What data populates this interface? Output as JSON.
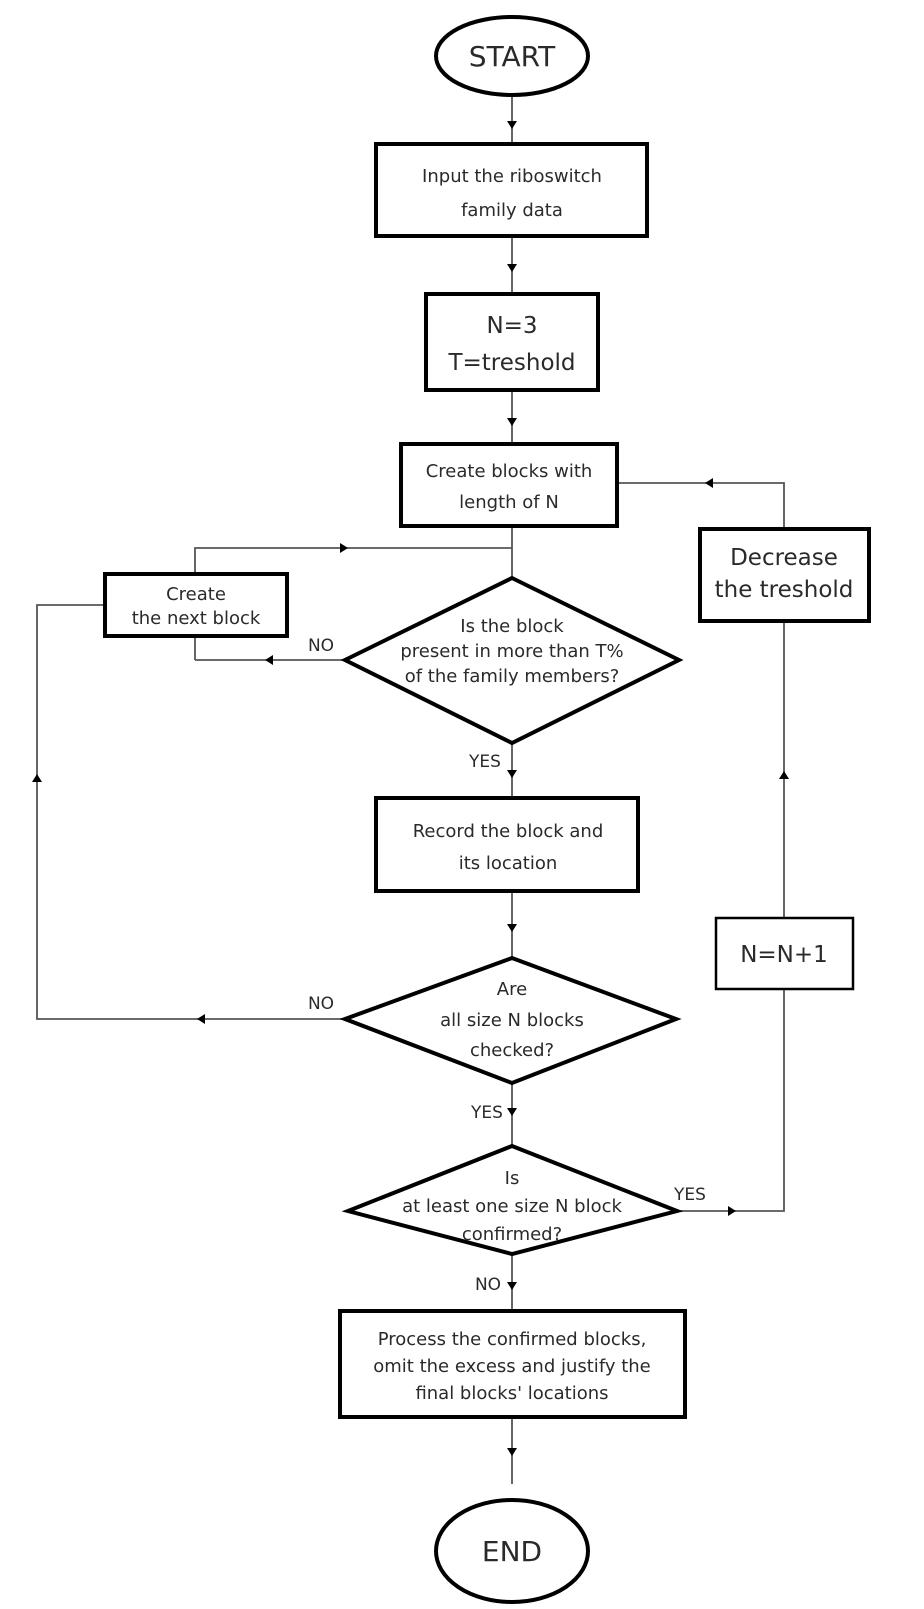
{
  "nodes": {
    "start": "START",
    "input": [
      "Input the riboswitch",
      "family data"
    ],
    "init": [
      "N=3",
      "T=treshold"
    ],
    "create_blocks": [
      "Create blocks with",
      "length of N"
    ],
    "decrease": [
      "Decrease",
      "the treshold"
    ],
    "create_next": [
      "Create",
      "the next block"
    ],
    "decision_present": [
      "Is the block",
      "present in more than T%",
      "of the family members?"
    ],
    "record": [
      "Record the block and",
      "its location"
    ],
    "increment": "N=N+1",
    "decision_all_checked": [
      "Are",
      "all size N blocks",
      "checked?"
    ],
    "decision_confirmed": [
      "Is",
      "at least one size N block",
      "confirmed?"
    ],
    "process": [
      "Process the confirmed blocks,",
      "omit the excess and justify the",
      "final blocks' locations"
    ],
    "end": "END"
  },
  "edges": {
    "present_no": "NO",
    "present_yes": "YES",
    "all_checked_no": "NO",
    "all_checked_yes": "YES",
    "confirmed_yes": "YES",
    "confirmed_no": "NO"
  }
}
